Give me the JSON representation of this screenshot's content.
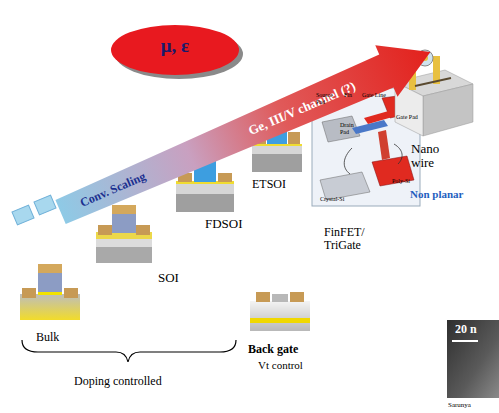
{
  "diagram": {
    "nodes": [
      {
        "text": [
          "μ, ε"
        ]
      },
      {
        "text": [
          "Conv. Scaling",
          "Ge, III/V channel (?)"
        ]
      }
    ],
    "labels": [
      "Bulk",
      "SOI",
      "FDSOI",
      "ETSOI",
      "FinFET/ TriGate",
      "Nano wire",
      "Non planar",
      "Back gate",
      "Vt control",
      "Doping controlled",
      "20 n",
      "Sarunya",
      "Source Pad",
      "Fin",
      "Gate Line",
      "Gate Pad",
      "Drain Pad",
      "Poly-Si",
      "Crystal-Si"
    ]
  }
}
